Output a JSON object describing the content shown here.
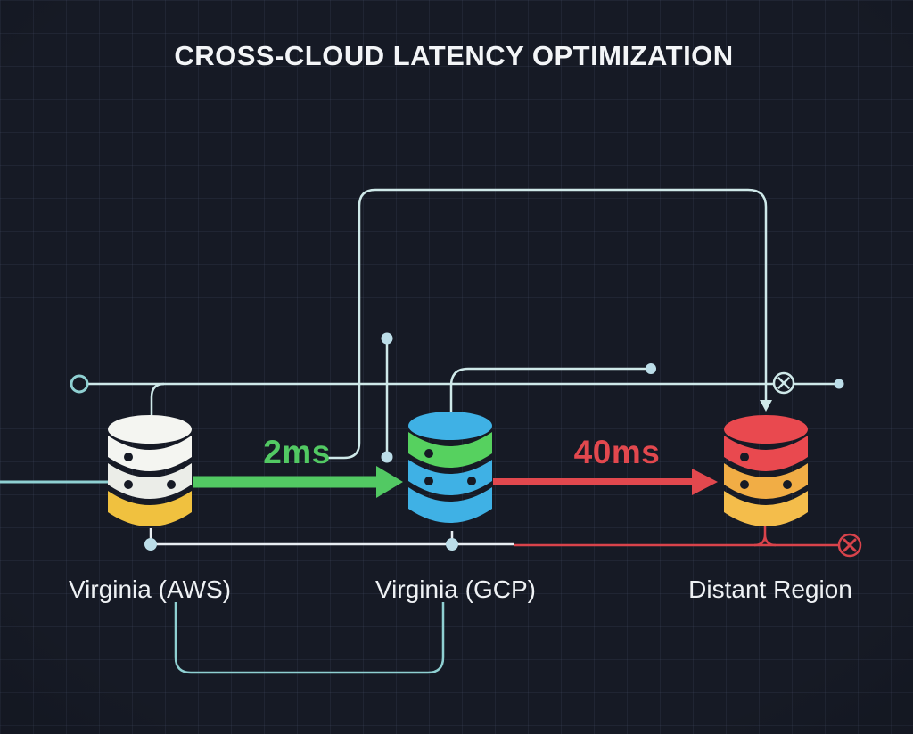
{
  "title": "CROSS-CLOUD LATENCY OPTIMIZATION",
  "nodes": [
    {
      "id": "aws",
      "label": "Virginia (AWS)",
      "band_colors": [
        "#f4f5f1",
        "#f4f5f1",
        "#ebede8",
        "#f0c13f"
      ]
    },
    {
      "id": "gcp",
      "label": "Virginia (GCP)",
      "band_colors": [
        "#3fb1e5",
        "#56d15f",
        "#3fb1e5",
        "#3fb1e5"
      ]
    },
    {
      "id": "distant",
      "label": "Distant Region",
      "band_colors": [
        "#e9494f",
        "#e9494f",
        "#f1ad45",
        "#f4bd4b"
      ]
    }
  ],
  "links": [
    {
      "from": "Virginia (AWS)",
      "to": "Virginia (GCP)",
      "latency": "2ms",
      "color": "#52c963"
    },
    {
      "from": "Virginia (GCP)",
      "to": "Distant Region",
      "latency": "40ms",
      "color": "#e2484e"
    }
  ],
  "wires": {
    "line_color": "#cfe9e9",
    "accent_teal": "#8fd0d2",
    "dot_color": "#bcdde8",
    "white_line": "#e9eef2",
    "red_line": "#d9434b",
    "dark_dot": "#161a25"
  }
}
